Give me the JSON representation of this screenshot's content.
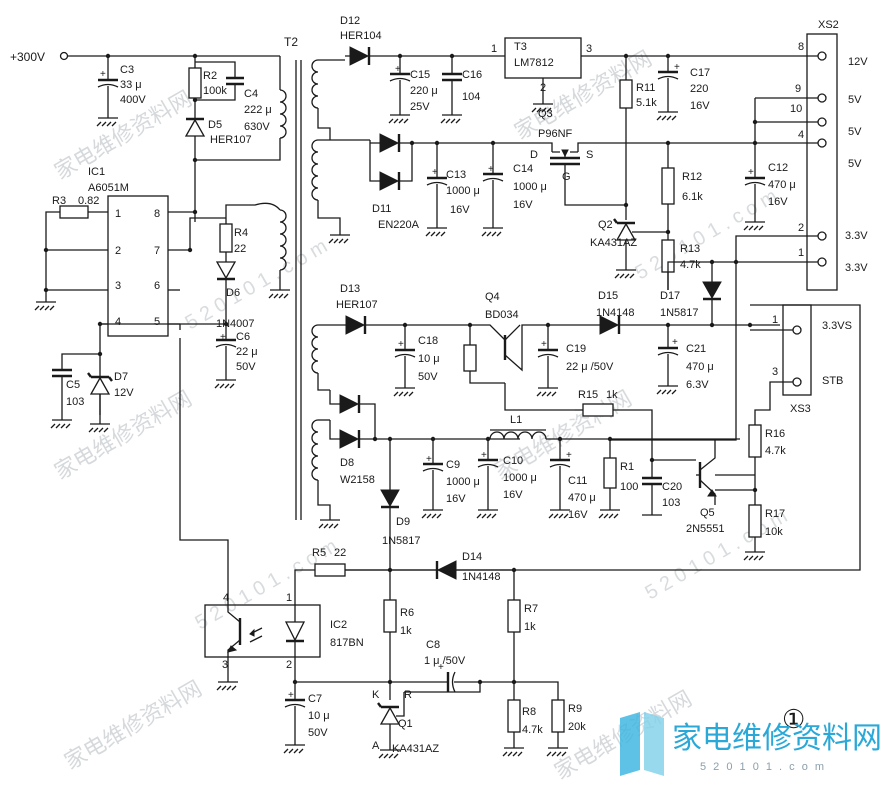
{
  "figure_number": "①",
  "input": {
    "label": "+300V"
  },
  "transformer": {
    "label": "T2"
  },
  "ic1": {
    "ref": "IC1",
    "part": "A6051M",
    "pins": [
      "1",
      "2",
      "3",
      "4",
      "5",
      "6",
      "7",
      "8"
    ]
  },
  "ic2": {
    "ref": "IC2",
    "part": "817BN",
    "pins": [
      "1",
      "2",
      "3",
      "4"
    ]
  },
  "regulator_t3": {
    "ref": "T3",
    "part": "LM7812",
    "pin_in": "1",
    "pin_out": "3",
    "pin_gnd": "2"
  },
  "mosfet_q3": {
    "ref": "Q3",
    "part": "P96NF",
    "d": "D",
    "s": "S",
    "g": "G"
  },
  "q1": {
    "ref": "Q1",
    "part": "KA431AZ",
    "k": "K",
    "r": "R",
    "a": "A"
  },
  "q2": {
    "ref": "Q2",
    "part": "KA431AZ"
  },
  "q4": {
    "ref": "Q4",
    "part": "BD034"
  },
  "q5": {
    "ref": "Q5",
    "part": "2N5551"
  },
  "l1": {
    "ref": "L1"
  },
  "resistors": {
    "r1": {
      "ref": "R1",
      "value": "100"
    },
    "r2": {
      "ref": "R2",
      "value": "100k"
    },
    "r3": {
      "ref": "R3",
      "value": "0.82"
    },
    "r4": {
      "ref": "R4",
      "value": "22"
    },
    "r5": {
      "ref": "R5",
      "value": "22"
    },
    "r6": {
      "ref": "R6",
      "value": "1k"
    },
    "r7": {
      "ref": "R7",
      "value": "1k"
    },
    "r8": {
      "ref": "R8",
      "value": "4.7k"
    },
    "r9": {
      "ref": "R9",
      "value": "20k"
    },
    "r11": {
      "ref": "R11",
      "value": "5.1k"
    },
    "r12": {
      "ref": "R12",
      "value": "6.1k"
    },
    "r13": {
      "ref": "R13",
      "value": "4.7k"
    },
    "r15": {
      "ref": "R15",
      "value": "1k"
    },
    "r16": {
      "ref": "R16",
      "value": "4.7k"
    },
    "r17": {
      "ref": "R17",
      "value": "10k"
    }
  },
  "capacitors": {
    "c3": {
      "ref": "C3",
      "value": "33 μ",
      "voltage": "400V"
    },
    "c4": {
      "ref": "C4",
      "value": "222 μ",
      "voltage": "630V"
    },
    "c5": {
      "ref": "C5",
      "value": "103"
    },
    "c6": {
      "ref": "C6",
      "value": "22 μ",
      "voltage": "50V"
    },
    "c7": {
      "ref": "C7",
      "value": "10 μ",
      "voltage": "50V"
    },
    "c8": {
      "ref": "C8",
      "value": "1 μ /50V"
    },
    "c9": {
      "ref": "C9",
      "value": "1000 μ",
      "voltage": "16V"
    },
    "c10": {
      "ref": "C10",
      "value": "1000 μ",
      "voltage": "16V"
    },
    "c11": {
      "ref": "C11",
      "value": "470 μ",
      "voltage": "16V"
    },
    "c12": {
      "ref": "C12",
      "value": "470 μ",
      "voltage": "16V"
    },
    "c13": {
      "ref": "C13",
      "value": "1000 μ",
      "voltage": "16V"
    },
    "c14": {
      "ref": "C14",
      "value": "1000 μ",
      "voltage": "16V"
    },
    "c15": {
      "ref": "C15",
      "value": "220 μ",
      "voltage": "25V"
    },
    "c16": {
      "ref": "C16",
      "value": "104"
    },
    "c17": {
      "ref": "C17",
      "value": "220",
      "voltage": "16V"
    },
    "c18": {
      "ref": "C18",
      "value": "10 μ",
      "voltage": "50V"
    },
    "c19": {
      "ref": "C19",
      "value": "22 μ /50V"
    },
    "c20": {
      "ref": "C20",
      "value": "103"
    },
    "c21": {
      "ref": "C21",
      "value": "470 μ",
      "voltage": "6.3V"
    }
  },
  "diodes": {
    "d5": {
      "ref": "D5",
      "part": "HER107"
    },
    "d6": {
      "ref": "D6",
      "part": "1N4007"
    },
    "d7": {
      "ref": "D7",
      "part": "12V"
    },
    "d8": {
      "ref": "D8",
      "part": "W2158"
    },
    "d9": {
      "ref": "D9",
      "part": "1N5817"
    },
    "d11": {
      "ref": "D11",
      "part": "EN220A"
    },
    "d12": {
      "ref": "D12",
      "part": "HER104"
    },
    "d13": {
      "ref": "D13",
      "part": "HER107"
    },
    "d14": {
      "ref": "D14",
      "part": "1N4148"
    },
    "d15": {
      "ref": "D15",
      "part": "1N4148"
    },
    "d17": {
      "ref": "D17",
      "part": "1N5817"
    }
  },
  "xs2": {
    "ref": "XS2",
    "pins": [
      {
        "pin": "8",
        "label": "12V"
      },
      {
        "pin": "9",
        "label": "5V"
      },
      {
        "pin": "10",
        "label": "5V"
      },
      {
        "pin": "4",
        "label": "5V"
      },
      {
        "pin": "2",
        "label": "3.3V"
      },
      {
        "pin": "1",
        "label": "3.3V"
      }
    ]
  },
  "xs3": {
    "ref": "XS3",
    "pins": [
      {
        "pin": "1",
        "label": "3.3VS"
      },
      {
        "pin": "3",
        "label": "STB"
      }
    ]
  },
  "watermark": {
    "text": "家电维修资料网",
    "url": "5 2 0 1 0 1 . c o m"
  }
}
